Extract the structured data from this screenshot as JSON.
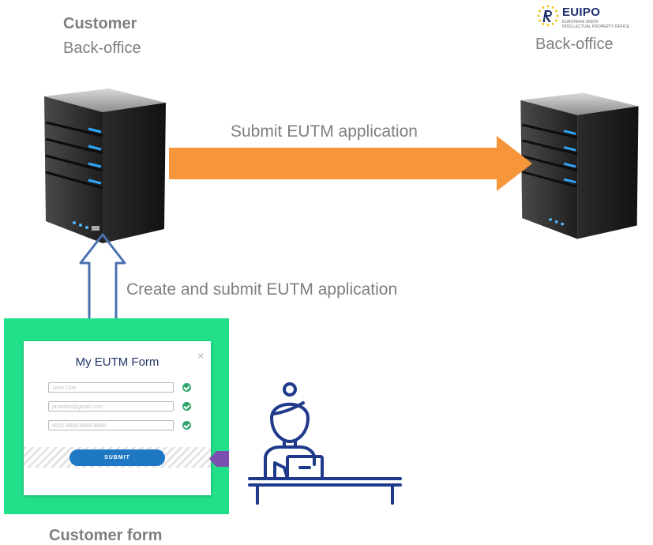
{
  "customer": {
    "title": "Customer",
    "subtitle": "Back-office"
  },
  "euipo": {
    "logo_wordmark": "EUIPO",
    "logo_subtext_1": "EUROPEAN UNION",
    "logo_subtext_2": "INTELLECTUAL PROPERTY OFFICE",
    "subtitle": "Back-office"
  },
  "arrows": {
    "submit_label": "Submit EUTM application",
    "create_label": "Create and submit EUTM application"
  },
  "form": {
    "title": "My EUTM Form",
    "close_glyph": "×",
    "fields": [
      {
        "placeholder": "Jane Doe"
      },
      {
        "placeholder": "janedoe@gmail.com"
      },
      {
        "placeholder": "4520 8888 8888 8888"
      }
    ],
    "submit_label": "SUBMIT",
    "caption": "Customer form"
  },
  "colors": {
    "form_panel": "#22e08a",
    "arrow_orange": "#f7953b",
    "up_arrow_stroke": "#4a72b0",
    "submit_button": "#1f78c4",
    "person_stroke": "#1f3a8a",
    "purple_tab": "#7b4fb0"
  },
  "icons": [
    "server-icon",
    "checkmark-icon",
    "close-icon",
    "person-at-laptop-icon"
  ]
}
